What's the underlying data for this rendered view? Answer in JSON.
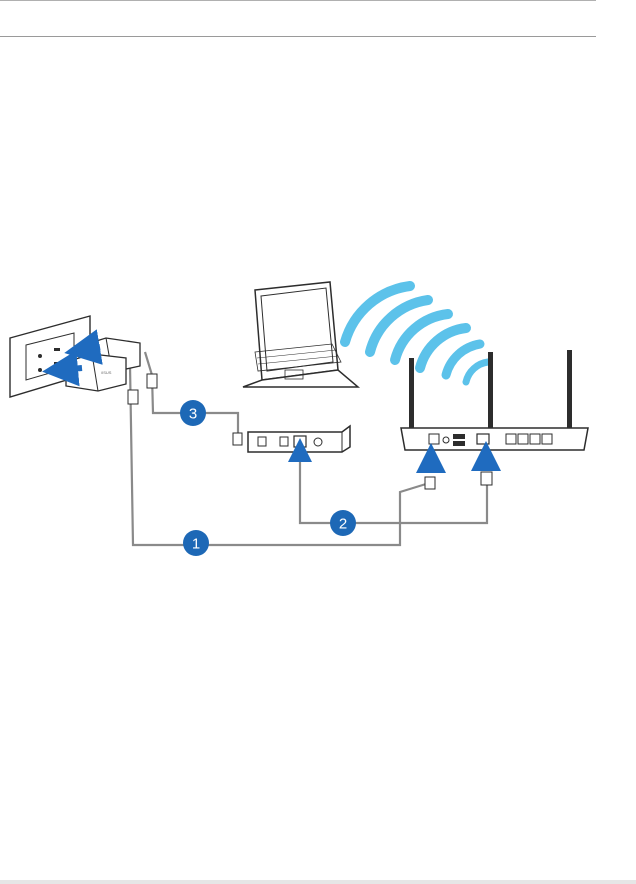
{
  "diagram": {
    "steps": [
      {
        "label": "1"
      },
      {
        "label": "2"
      },
      {
        "label": "3"
      }
    ],
    "adapter_brand": "/ISUS",
    "colors": {
      "badge": "#1d68b6",
      "arrow": "#1f6bbf",
      "wifi": "#5cc2ea",
      "outline": "#2d2d2d",
      "cable": "#8a8a8a"
    }
  }
}
